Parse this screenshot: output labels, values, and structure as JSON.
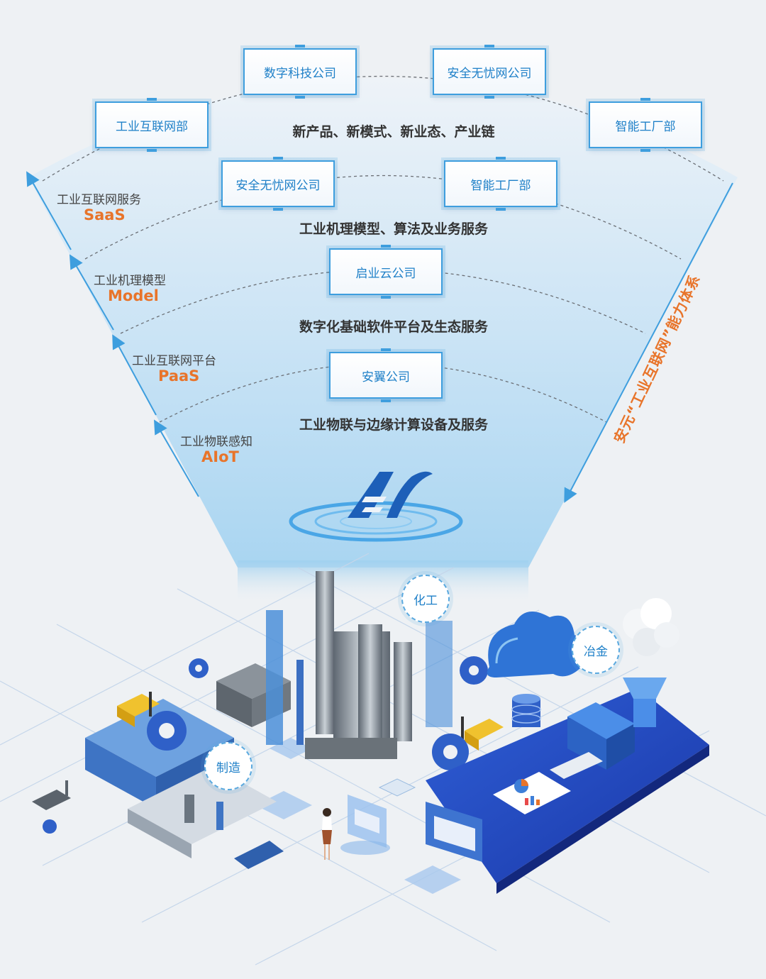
{
  "top_row": [
    {
      "label": "数字科技公司"
    },
    {
      "label": "安全无忧网公司"
    }
  ],
  "second_row": [
    {
      "label": "工业互联网部"
    },
    {
      "label": "智能工厂部"
    }
  ],
  "saas_row": [
    {
      "label": "安全无忧网公司"
    },
    {
      "label": "智能工厂部"
    }
  ],
  "model_box": {
    "label": "启业云公司"
  },
  "paas_box": {
    "label": "安翼公司"
  },
  "captions": {
    "top": "新产品、新模式、新业态、产业链",
    "saas": "工业机理模型、算法及业务服务",
    "model": "数字化基础软件平台及生态服务",
    "aiot": "工业物联与边缘计算设备及服务"
  },
  "layers": [
    {
      "name": "工业互联网服务",
      "code": "SaaS"
    },
    {
      "name": "工业机理模型",
      "code": "Model"
    },
    {
      "name": "工业互联网平台",
      "code": "PaaS"
    },
    {
      "name": "工业物联感知",
      "code": "AIoT"
    }
  ],
  "vertical_title": "安元“工业互联网”能力体系",
  "industries": {
    "chemical": "化工",
    "metallurgy": "冶金",
    "manufacturing": "制造"
  },
  "colors": {
    "accent_blue": "#3e9ede",
    "highlight_orange": "#e8742a",
    "box_text": "#1f80c8",
    "logo_blue": "#1d5fb8"
  }
}
